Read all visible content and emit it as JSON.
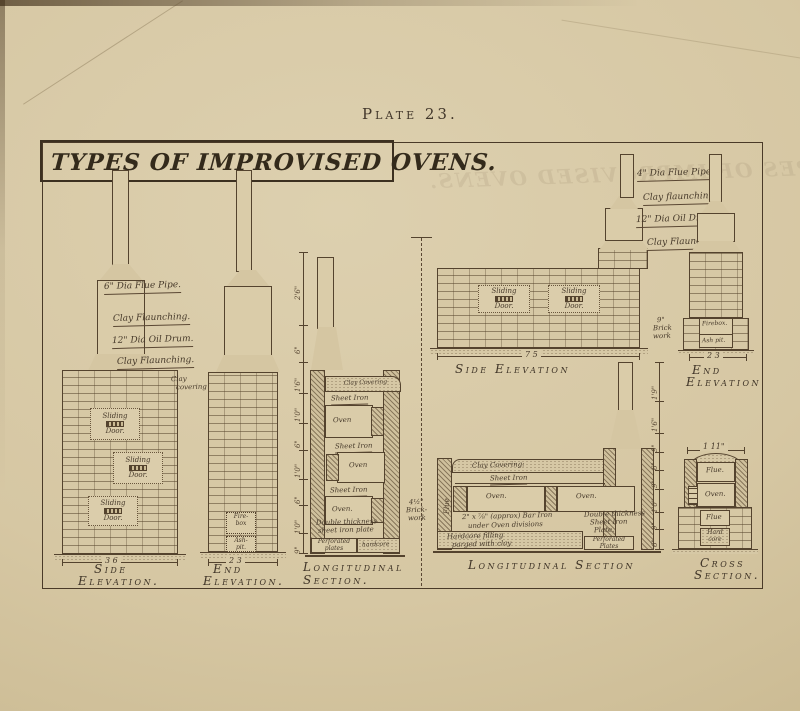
{
  "page": {
    "plate_label": "Plate 23.",
    "title": "TYPES OF IMPROVISED OVENS."
  },
  "left_group": {
    "annotations": {
      "flue_pipe": "6\" Dia Flue Pipe.",
      "clay_flaunching_upper": "Clay Flaunching.",
      "oil_drum": "12\" Dia Oil Drum.",
      "clay_flaunching_lower": "Clay Flaunching.",
      "clay_covering_l1": "Clay",
      "clay_covering_l2": "covering"
    },
    "side_elevation": {
      "doors": [
        {
          "l1": "Sliding",
          "l2": "Door."
        },
        {
          "l1": "Sliding",
          "l2": "Door."
        },
        {
          "l1": "Sliding",
          "l2": "Door."
        }
      ],
      "dim": "3 6",
      "cap1": "Side",
      "cap2": "Elevation."
    },
    "end_elevation": {
      "firebox_l1": "Fire-",
      "firebox_l2": "box",
      "ashpit_l1": "Ash-",
      "ashpit_l2": "pit.",
      "dim": "2 3",
      "cap1": "End",
      "cap2": "Elevation."
    },
    "longitudinal_section": {
      "clay_covering": "Clay Covering",
      "sheet_iron": [
        "Sheet Iron",
        "Sheet Iron",
        "Sheet Iron"
      ],
      "ovens": [
        "Oven",
        "Oven",
        "Oven."
      ],
      "plate_note_l1": "Double thickness",
      "plate_note_l2": "sheet iron plate",
      "perforated_l1": "Perforated",
      "perforated_l2": "plates",
      "hardcore": "hardcore",
      "brickwork_l1": "4½\"",
      "brickwork_l2": "Brick-",
      "brickwork_l3": "work",
      "dims": [
        "2'6\"",
        "6\"",
        "1'6\"",
        "1'0\"",
        "6\"",
        "1'0\"",
        "6\"",
        "1'0\"",
        "9\""
      ],
      "cap1": "Longitudinal",
      "cap2": "Section."
    }
  },
  "right_group": {
    "annotations": {
      "flue_pipe": "4\" Dia Flue Pipe.",
      "clay_flaunching_upper": "Clay flaunching.",
      "oil_drum": "12\" Dia Oil Drum.",
      "clay_flaunching_lower": "Clay Flaunching",
      "brickwork_l1": "9\"",
      "brickwork_l2": "Brick",
      "brickwork_l3": "work"
    },
    "side_elevation": {
      "doors": [
        {
          "l1": "Sliding",
          "l2": "Door."
        },
        {
          "l1": "Sliding",
          "l2": "Door."
        }
      ],
      "dim": "7 5",
      "caption": "Side Elevation"
    },
    "end_elevation": {
      "firebox": "Firebox.",
      "ashpit": "Ash pit.",
      "dim": "2 3",
      "cap1": "End",
      "cap2": "Elevation"
    },
    "longitudinal_section": {
      "clay_covering": "Clay Covering:",
      "sheet_iron": "Sheet Iron",
      "flue": "Flue",
      "ovens": [
        "Oven.",
        "Oven."
      ],
      "bar_iron_l1": "2\" x ⅞\" (approx) Bar Iron",
      "bar_iron_l2": "under Oven divisions",
      "plate_note_l1": "Double thickness",
      "plate_note_l2": "Sheet Iron",
      "plate_note_l3": "Plate.",
      "hardcore_l1": "Hardcore filling",
      "hardcore_l2": "parged with clay",
      "perforated_l1": "Perforated",
      "perforated_l2": "Plates",
      "dims": [
        "1'9\"",
        "1'6\"",
        "9\"",
        "6\"",
        "9\"",
        "1'0\"",
        "9\"",
        "6\""
      ],
      "caption": "Longitudinal Section"
    },
    "cross_section": {
      "dim": "1 11\"",
      "flue_top": "Flue.",
      "oven": "Oven.",
      "flue_bottom": "Flue",
      "hardcore_l1": "Hard",
      "hardcore_l2": "core",
      "cap1": "Cross",
      "cap2": "Section."
    }
  }
}
